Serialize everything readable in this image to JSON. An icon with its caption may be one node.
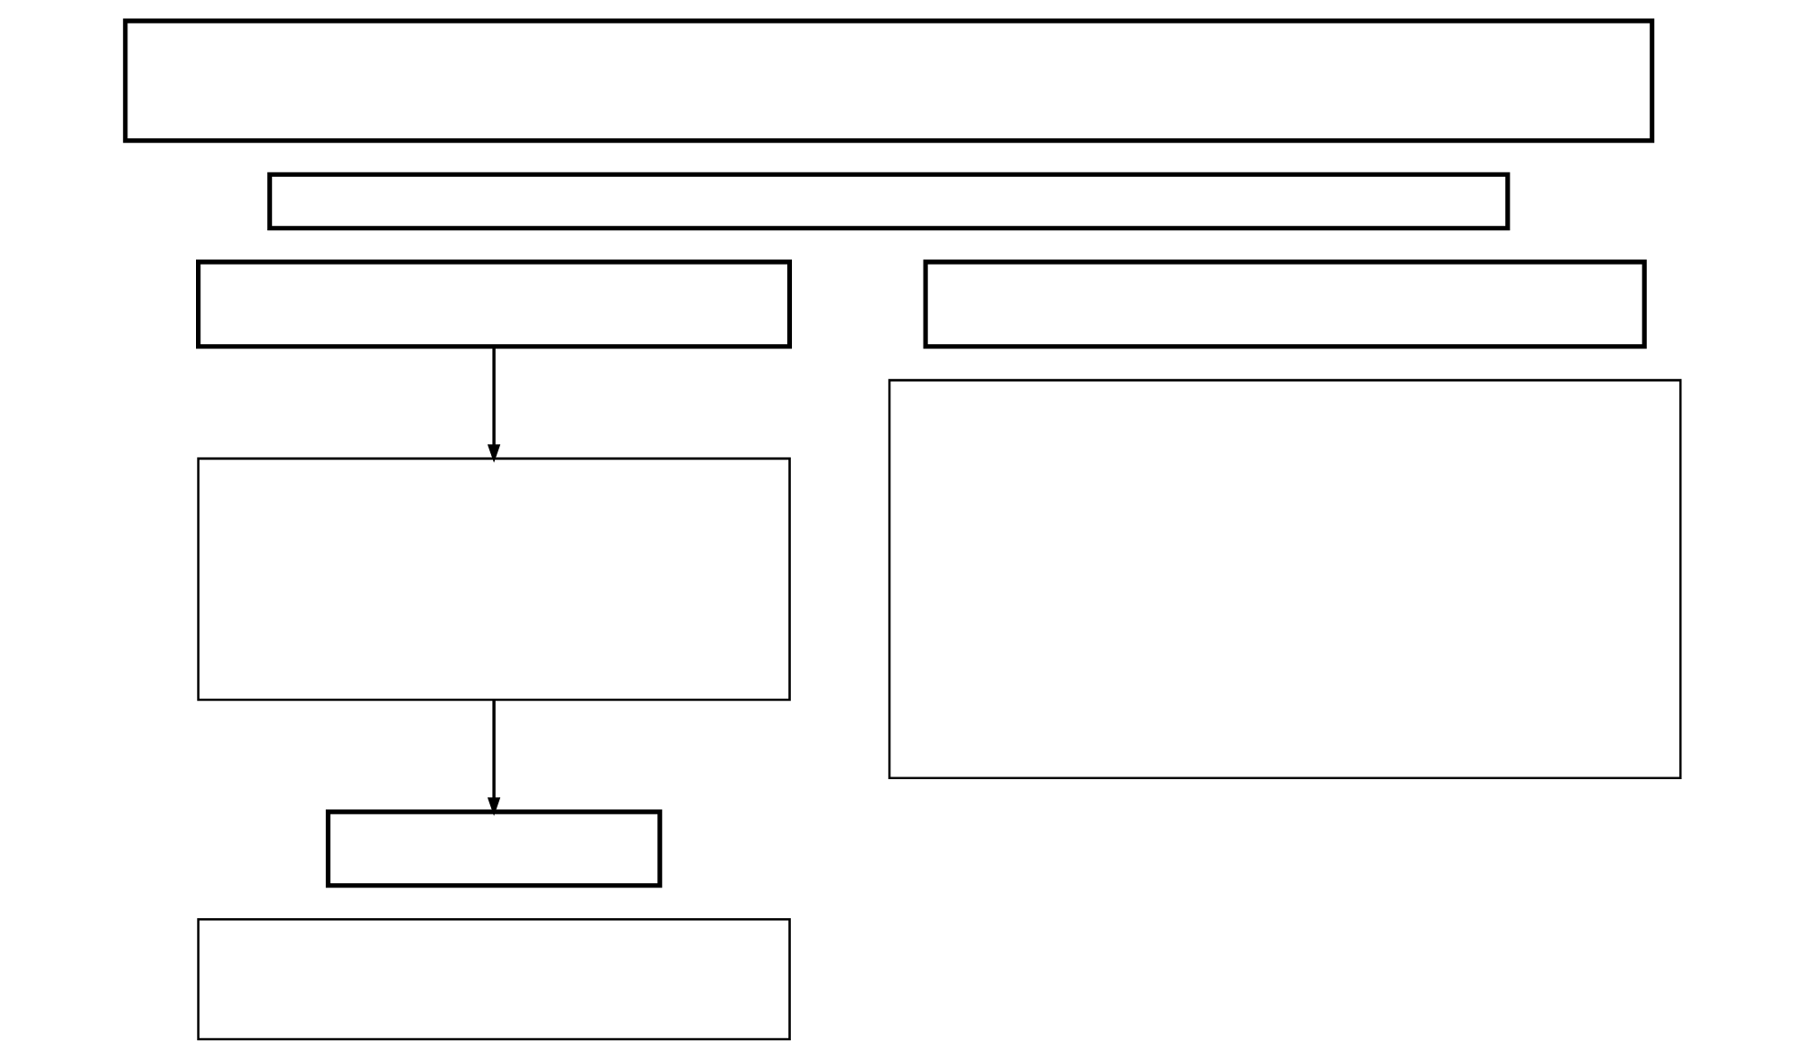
{
  "diagram": {
    "nodes": [
      {
        "text": [],
        "shape": "box"
      },
      {
        "text": [],
        "shape": "box"
      },
      {
        "text": [],
        "shape": "box"
      },
      {
        "text": [],
        "shape": "box"
      },
      {
        "text": [],
        "shape": "box"
      },
      {
        "text": [],
        "shape": "box"
      },
      {
        "text": [],
        "shape": "box"
      },
      {
        "text": [],
        "shape": "box"
      }
    ],
    "edges": [
      {
        "from": 2,
        "to": 4,
        "arrow": "to"
      },
      {
        "from": 4,
        "to": 6,
        "arrow": "to"
      }
    ]
  }
}
